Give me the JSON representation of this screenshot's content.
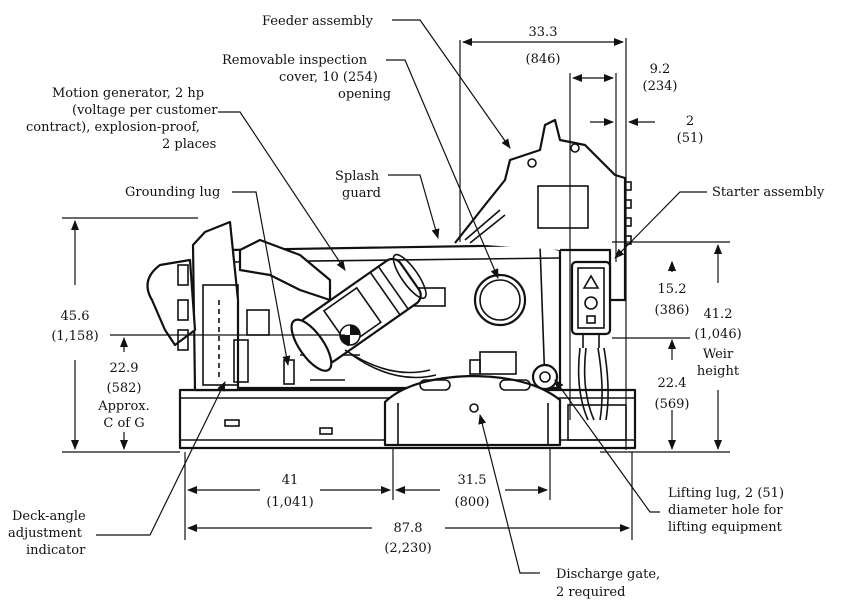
{
  "labels": {
    "feeder_assembly": "Feeder assembly",
    "removable_cover_l1": "Removable inspection",
    "removable_cover_l2": "cover, 10 (254)",
    "removable_cover_l3": "opening",
    "motion_gen_l1": "Motion generator, 2 hp",
    "motion_gen_l2": "(voltage per customer",
    "motion_gen_l3": "contract), explosion-proof,",
    "motion_gen_l4": "2 places",
    "splash_guard_l1": "Splash",
    "splash_guard_l2": "guard",
    "grounding_lug": "Grounding lug",
    "starter_assembly": "Starter assembly",
    "deck_angle_l1": "Deck-angle",
    "deck_angle_l2": "adjustment",
    "deck_angle_l3": "indicator",
    "lifting_lug_l1": "Lifting lug, 2 (51)",
    "lifting_lug_l2": "diameter hole for",
    "lifting_lug_l3": "lifting equipment",
    "discharge_gate_l1": "Discharge gate,",
    "discharge_gate_l2": "2 required",
    "weir_l1": "Weir",
    "weir_l2": "height",
    "cog_l1": "Approx.",
    "cog_l2": "C of G"
  },
  "dimensions": {
    "d33_in": "33.3",
    "d33_mm": "(846)",
    "d9_in": "9.2",
    "d9_mm": "(234)",
    "d2_in": "2",
    "d2_mm": "(51)",
    "d15_in": "15.2",
    "d15_mm": "(386)",
    "d41_2_in": "41.2",
    "d41_2_mm": "(1,046)",
    "d22_4_in": "22.4",
    "d22_4_mm": "(569)",
    "d45_in": "45.6",
    "d45_mm": "(1,158)",
    "d22_9_in": "22.9",
    "d22_9_mm": "(582)",
    "d41_in": "41",
    "d41_mm": "(1,041)",
    "d31_in": "31.5",
    "d31_mm": "(800)",
    "d87_in": "87.8",
    "d87_mm": "(2,230)"
  }
}
